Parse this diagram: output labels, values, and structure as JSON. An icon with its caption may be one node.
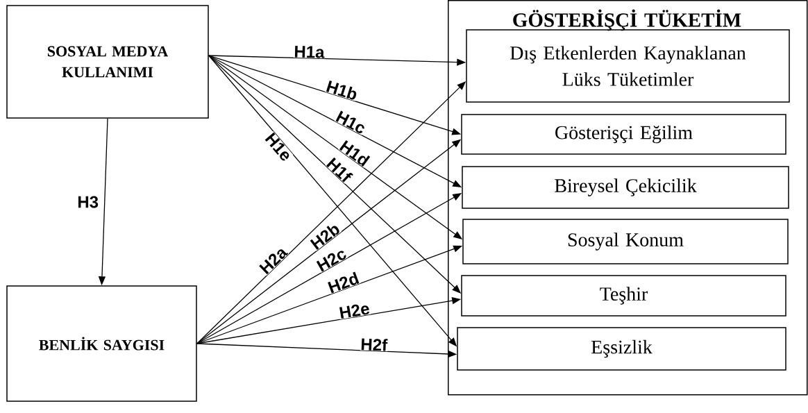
{
  "diagram": {
    "nodes": [
      {
        "text": [
          "SOSYAL MEDYA KULLANIMI"
        ]
      },
      {
        "text": [
          "BENLİK SAYGISI"
        ]
      },
      {
        "text": [
          "GÖSTERİŞÇİ TÜKETİM"
        ]
      },
      {
        "text": [
          "Dış Etkenlerden Kaynaklanan Lüks Tüketimler"
        ],
        "in": 2
      },
      {
        "text": [
          "Gösterişçi Eğilim"
        ],
        "in": 2
      },
      {
        "text": [
          "Bireysel Çekicilik"
        ],
        "in": 2
      },
      {
        "text": [
          "Sosyal Konum"
        ],
        "in": 2
      },
      {
        "text": [
          "Teşhir"
        ],
        "in": 2
      },
      {
        "text": [
          "Eşsizlik"
        ],
        "in": 2
      }
    ],
    "edges": [
      {
        "from": 0,
        "to": 3,
        "arrow": "to",
        "label": "H1a"
      },
      {
        "from": 0,
        "to": 4,
        "arrow": "to",
        "label": "H1b"
      },
      {
        "from": 0,
        "to": 5,
        "arrow": "to",
        "label": "H1c"
      },
      {
        "from": 0,
        "to": 6,
        "arrow": "to",
        "label": "H1d"
      },
      {
        "from": 0,
        "to": 8,
        "arrow": "to",
        "label": "H1e"
      },
      {
        "from": 0,
        "to": 7,
        "arrow": "to",
        "label": "H1f"
      },
      {
        "from": 1,
        "to": 3,
        "arrow": "to",
        "label": "H2a"
      },
      {
        "from": 1,
        "to": 4,
        "arrow": "to",
        "label": "H2b"
      },
      {
        "from": 1,
        "to": 5,
        "arrow": "to",
        "label": "H2c"
      },
      {
        "from": 1,
        "to": 6,
        "arrow": "to",
        "label": "H2d"
      },
      {
        "from": 1,
        "to": 7,
        "arrow": "to",
        "label": "H2e"
      },
      {
        "from": 1,
        "to": 8,
        "arrow": "to",
        "label": "H2f"
      },
      {
        "from": 0,
        "to": 1,
        "arrow": "to",
        "label": "H3"
      }
    ]
  }
}
